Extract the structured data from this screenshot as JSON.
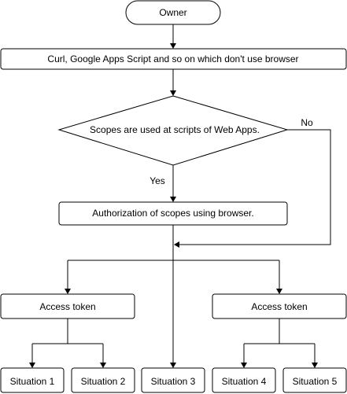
{
  "nodes": {
    "owner": "Owner",
    "no_browser": "Curl, Google Apps Script and so on which don't use browser",
    "decision": "Scopes are used at scripts of Web Apps.",
    "authorization": "Authorization of scopes using browser.",
    "access_token_left": "Access token",
    "access_token_right": "Access token",
    "situation_1": "Situation 1",
    "situation_2": "Situation 2",
    "situation_3": "Situation 3",
    "situation_4": "Situation 4",
    "situation_5": "Situation 5"
  },
  "edges": {
    "yes_label": "Yes",
    "no_label": "No"
  }
}
